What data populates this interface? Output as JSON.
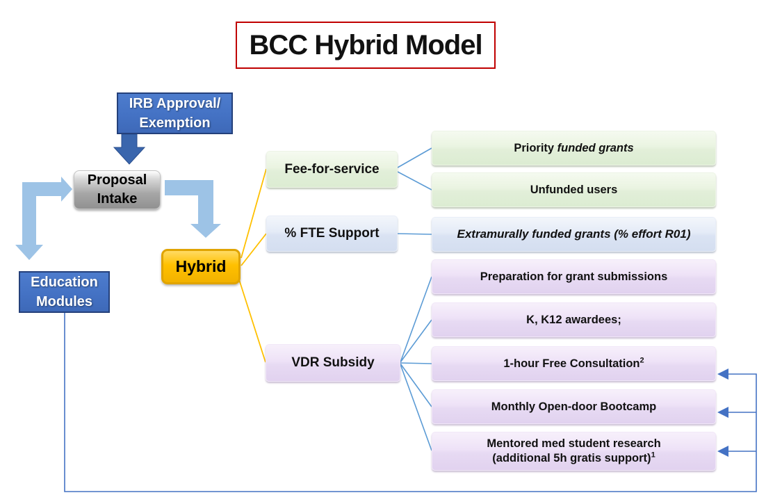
{
  "title": "BCC Hybrid Model",
  "flow": {
    "irb": {
      "line1": "IRB Approval/",
      "line2": "Exemption"
    },
    "proposal_intake": {
      "line1": "Proposal",
      "line2": "Intake"
    },
    "education_modules": {
      "line1": "Education",
      "line2": "Modules"
    },
    "hybrid": {
      "label": "Hybrid"
    }
  },
  "categories": {
    "fee_for_service": {
      "label": "Fee-for-service"
    },
    "fte_support": {
      "label": "% FTE Support"
    },
    "vdr_subsidy": {
      "label": "VDR Subsidy"
    }
  },
  "outcomes": {
    "priority": {
      "prefix": "Priority ",
      "italic": "funded grants"
    },
    "unfunded": {
      "label": "Unfunded users"
    },
    "extramural": {
      "label": "Extramurally funded grants (% effort R01)"
    },
    "preparation": {
      "label": "Preparation for grant submissions"
    },
    "awardees": {
      "label": "K, K12 awardees;"
    },
    "consultation": {
      "label": "1-hour Free Consultation",
      "footnote": "2"
    },
    "bootcamp": {
      "label": "Monthly Open-door Bootcamp"
    },
    "mentored": {
      "line1": "Mentored med student research",
      "line2": "(additional 5h gratis support)",
      "footnote": "1"
    }
  },
  "colors": {
    "title_border": "#c00000",
    "blue_box_fill": "#4472c4",
    "blue_box_border": "#24407a",
    "gray_box_fill": "#a6a6a6",
    "hybrid_fill": "#ffc000",
    "hybrid_border": "#e0a400",
    "green_box_fill": "#e2efd9",
    "bluegray_box_fill": "#dae3f3",
    "purple_box_fill": "#e7daf3",
    "thick_arrow_fill": "#9dc3e6",
    "dark_arrow_fill": "#3a66ad",
    "fan_line_yellow": "#ffc000",
    "connector_line_blue": "#5b9bd5",
    "feedback_line_blue": "#4472c4"
  }
}
